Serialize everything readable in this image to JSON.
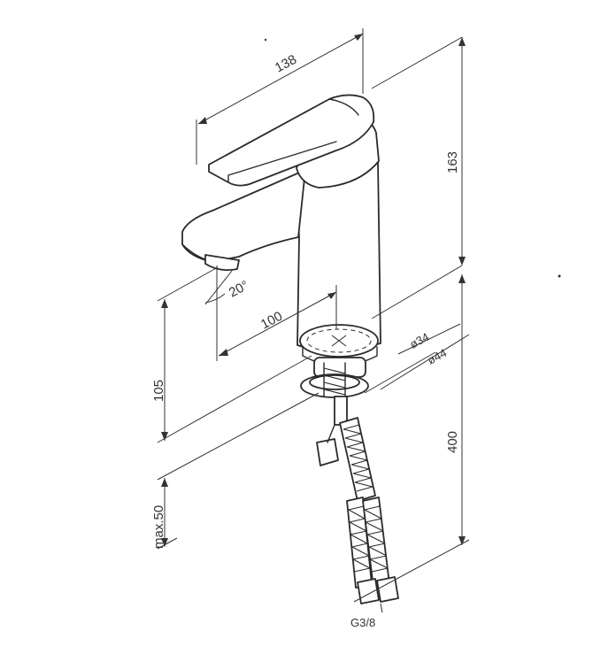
{
  "dimensions": {
    "spout_length": "138",
    "height": "163",
    "reach": "100",
    "angle": "20°",
    "body_diameter": "ø34",
    "base_diameter": "ø44",
    "outlet_height": "105",
    "hose_length": "400",
    "max_thickness": "max.50",
    "thread": "G3/8"
  },
  "colors": {
    "line": "#2b2b2b",
    "background": "#ffffff"
  }
}
